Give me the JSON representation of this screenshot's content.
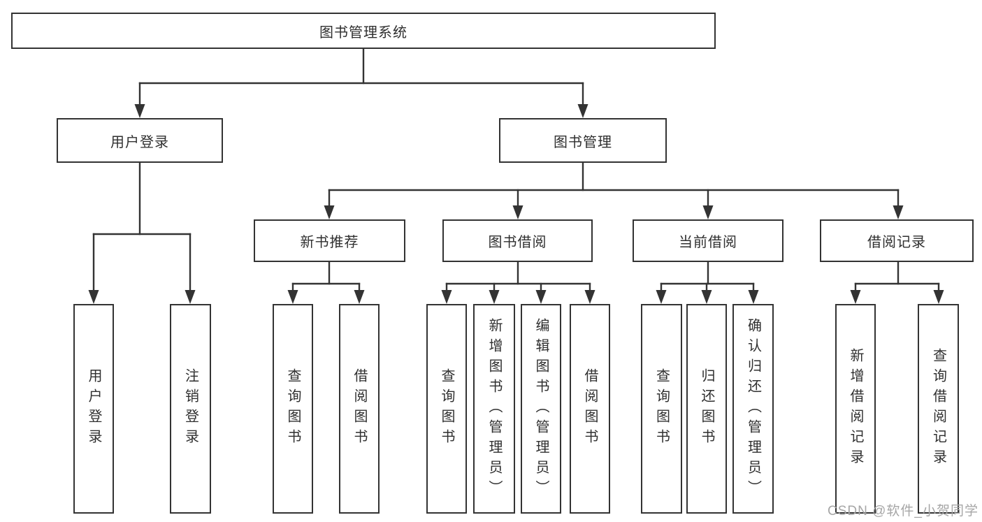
{
  "diagram": {
    "root": {
      "label": "图书管理系统"
    },
    "level1": [
      {
        "label": "用户登录"
      },
      {
        "label": "图书管理"
      }
    ],
    "level2": [
      {
        "label": "新书推荐"
      },
      {
        "label": "图书借阅"
      },
      {
        "label": "当前借阅"
      },
      {
        "label": "借阅记录"
      }
    ],
    "leaves": [
      {
        "label": "用户登录"
      },
      {
        "label": "注销登录"
      },
      {
        "label": "查询图书"
      },
      {
        "label": "借阅图书"
      },
      {
        "label": "查询图书"
      },
      {
        "label": "新增图书（管理员）"
      },
      {
        "label": "编辑图书（管理员）"
      },
      {
        "label": "借阅图书"
      },
      {
        "label": "查询图书"
      },
      {
        "label": "归还图书"
      },
      {
        "label": "确认归还（管理员）"
      },
      {
        "label": "新增借阅记录"
      },
      {
        "label": "查询借阅记录"
      }
    ]
  },
  "watermark": {
    "text": "CSDN @软件_小贺同学"
  },
  "colors": {
    "line": "#333333",
    "text": "#2f2f2f",
    "background": "#ffffff",
    "watermark": "#a6a6a6"
  }
}
